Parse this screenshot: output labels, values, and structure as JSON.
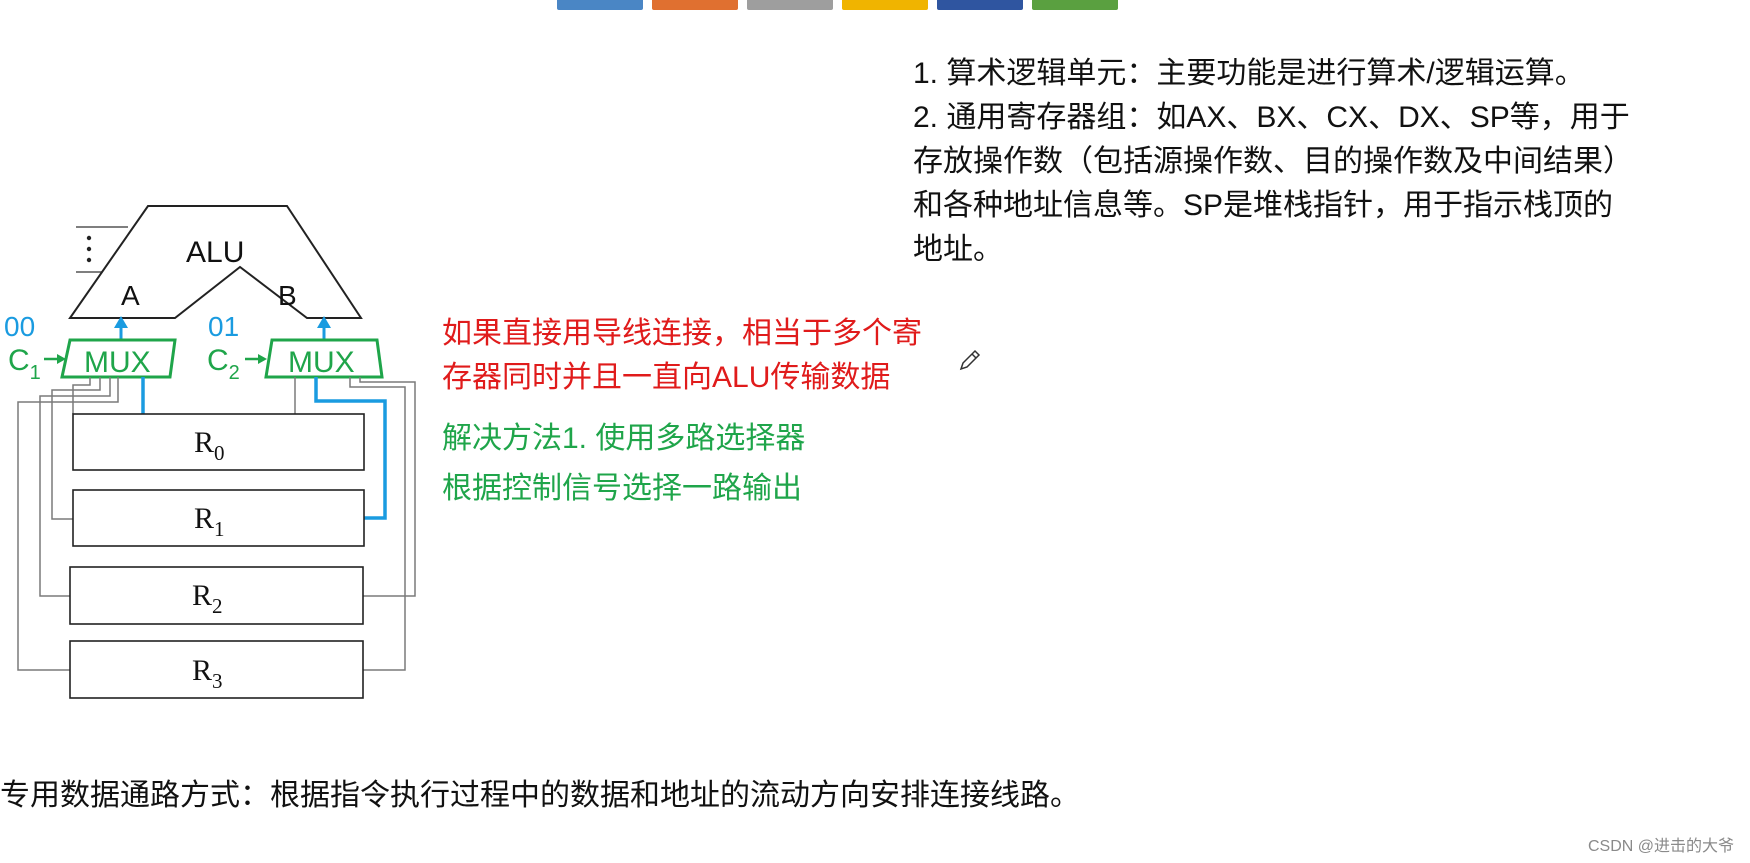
{
  "color_bar": [
    "#4a86c5",
    "#e07030",
    "#9e9e9e",
    "#f0b400",
    "#2f55a0",
    "#5aa040"
  ],
  "diagram": {
    "alu_label": "ALU",
    "port_a": "A",
    "port_b": "B",
    "mux_left": {
      "select_code": "00",
      "control": "C",
      "control_sub": "1",
      "label": "MUX"
    },
    "mux_right": {
      "select_code": "01",
      "control": "C",
      "control_sub": "2",
      "label": "MUX"
    },
    "registers": [
      {
        "name": "R",
        "sub": "0"
      },
      {
        "name": "R",
        "sub": "1"
      },
      {
        "name": "R",
        "sub": "2"
      },
      {
        "name": "R",
        "sub": "3"
      }
    ],
    "wire_color": "#1a9be0",
    "mux_color": "#1fa54a"
  },
  "description": {
    "lines": [
      "1. 算术逻辑单元：主要功能是进行算术/逻辑运算。",
      "2. 通用寄存器组：如AX、BX、CX、DX、SP等，用于",
      "存放操作数（包括源操作数、目的操作数及中间结果）",
      "和各种地址信息等。SP是堆栈指针，用于指示栈顶的",
      "地址。"
    ]
  },
  "red_note": {
    "lines": [
      "如果直接用导线连接，相当于多个寄",
      "存器同时并且一直向ALU传输数据"
    ],
    "color": "#e01b1b"
  },
  "green_note": {
    "lines": [
      "解决方法1. 使用多路选择器",
      "根据控制信号选择一路输出"
    ],
    "color": "#1fa54a"
  },
  "bottom_text": "专用数据通路方式：根据指令执行过程中的数据和地址的流动方向安排连接线路。",
  "watermark": "CSDN @进击的大爷",
  "pencil_icon": "pencil-cursor-icon"
}
